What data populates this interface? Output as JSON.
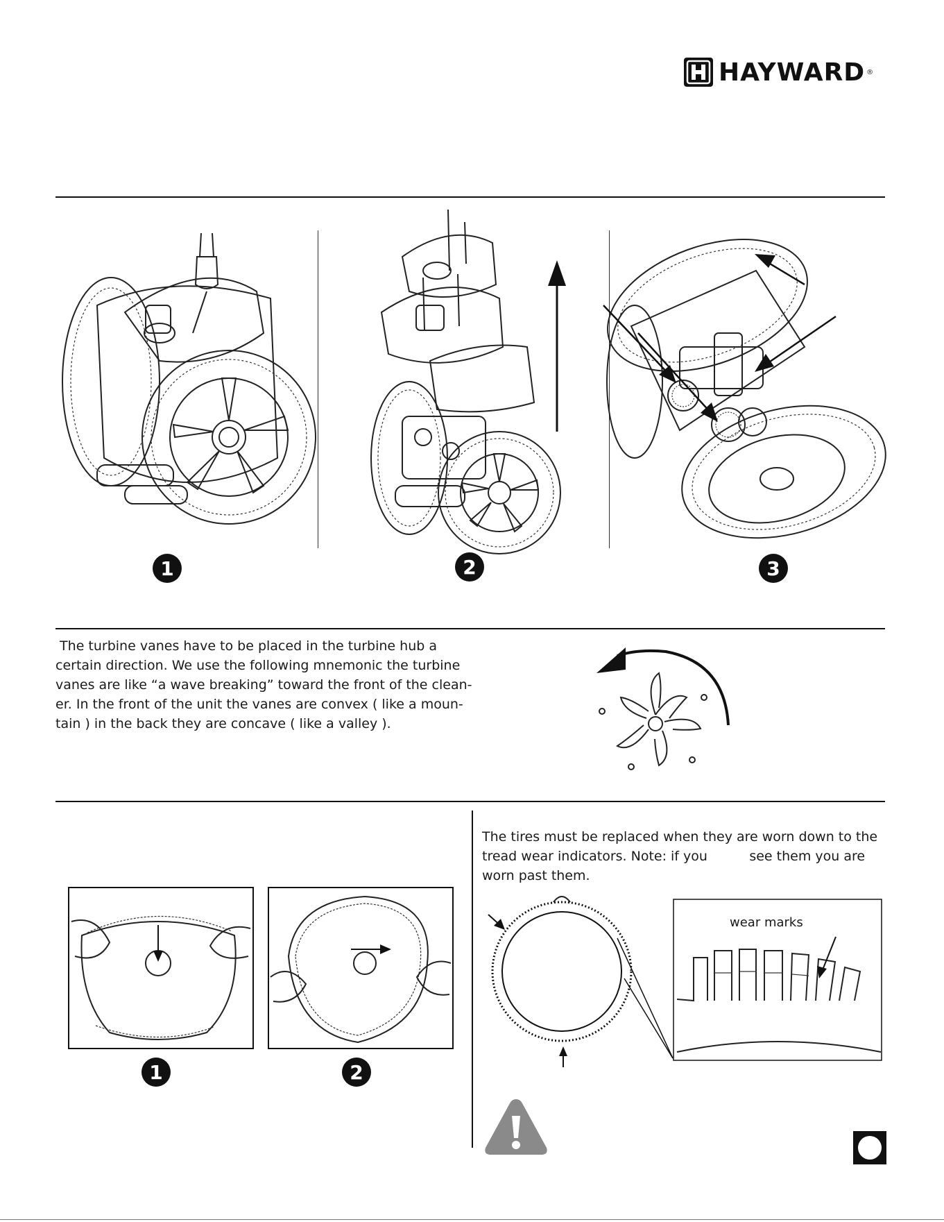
{
  "brand": {
    "name": "HAYWARD",
    "registered": "®"
  },
  "steps_top": [
    "1",
    "2",
    "3"
  ],
  "turbine_text": [
    " The turbine vanes have to be placed in the turbine hub a",
    "certain direction. We use the following mnemonic the turbine",
    "vanes are like “a wave breaking” toward the front of the clean-",
    "er. In the front of the unit the vanes are convex ( like a moun-",
    "tain ) in the back they are concave ( like a valley )."
  ],
  "tire_text": [
    "The tires must be replaced when they are worn down to the",
    "tread wear indicators. Note: if you          see them you are",
    "worn past them."
  ],
  "wear_label": "wear marks",
  "steps_bottom": [
    "1",
    "2"
  ],
  "page_marker_icon": "circle-icon",
  "warning_icon": "warning-triangle-icon"
}
